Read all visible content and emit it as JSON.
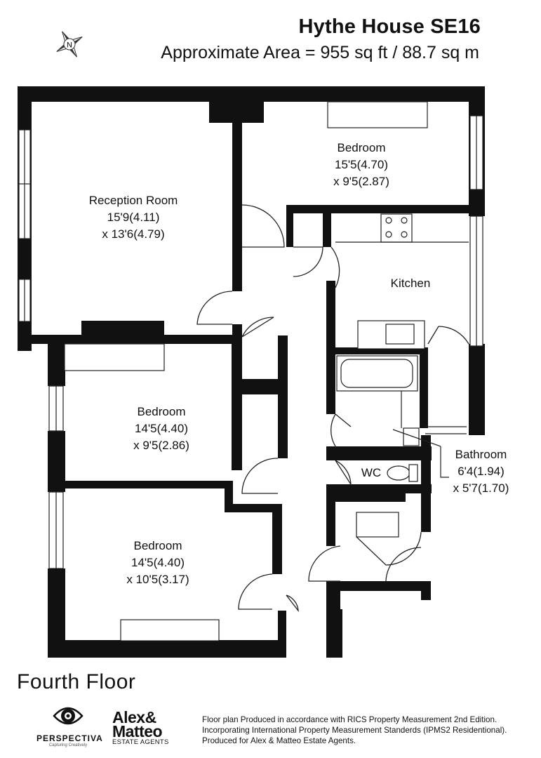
{
  "header": {
    "title": "Hythe House SE16",
    "subtitle": "Approximate Area = 955 sq ft / 88.7 sq m",
    "compass_letter": "N"
  },
  "rooms": {
    "reception": {
      "name": "Reception Room",
      "dim1": "15'9(4.11)",
      "dim2": "x 13'6(4.79)"
    },
    "bedroom_top": {
      "name": "Bedroom",
      "dim1": "15'5(4.70)",
      "dim2": "x 9'5(2.87)"
    },
    "kitchen": {
      "name": "Kitchen"
    },
    "bedroom_mid": {
      "name": "Bedroom",
      "dim1": "14'5(4.40)",
      "dim2": "x 9'5(2.86)"
    },
    "bedroom_low": {
      "name": "Bedroom",
      "dim1": "14'5(4.40)",
      "dim2": "x 10'5(3.17)"
    },
    "wc": {
      "name": "WC"
    },
    "bathroom": {
      "name": "Bathroom",
      "dim1": "6'4(1.94)",
      "dim2": "x 5'7(1.70)"
    }
  },
  "floor_name": "Fourth Floor",
  "logos": {
    "perspectiva_name": "PERSPECTIVA",
    "perspectiva_tag": "Capturing Creatively",
    "agent_line1": "Alex&",
    "agent_line2": "Matteo",
    "agent_line3": "ESTATE AGENTS"
  },
  "footnote": [
    "Floor plan Produced in accordance with RICS Property Measurement 2nd Edition.",
    "Incorporating International Property Measurement Standerds (IPMS2  Residentional).",
    "Produced for Alex & Matteo Estate Agents."
  ],
  "colors": {
    "wall": "#111111",
    "line": "#222222",
    "background": "#ffffff"
  }
}
